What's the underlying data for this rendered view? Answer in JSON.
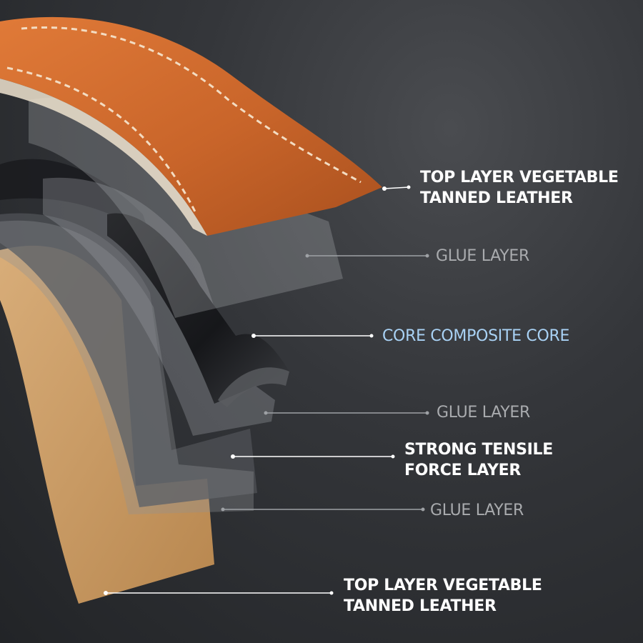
{
  "colors": {
    "background": "#2f3135",
    "label_primary": "#ffffff",
    "label_secondary": "#a9abae",
    "label_highlight": "#a9d2f5",
    "leather_top": "#c9652a",
    "leather_bottom": "#c89a63",
    "core": "#1f2022"
  },
  "labels": {
    "top_leather": [
      "TOP LAYER VEGETABLE",
      "TANNED LEATHER"
    ],
    "glue_1": "GLUE LAYER",
    "core": "CORE COMPOSITE CORE",
    "glue_2": "GLUE LAYER",
    "tensile": [
      "STRONG TENSILE",
      "FORCE LAYER"
    ],
    "glue_3": "GLUE LAYER",
    "bottom_leather": [
      "TOP LAYER VEGETABLE",
      "TANNED LEATHER"
    ]
  }
}
